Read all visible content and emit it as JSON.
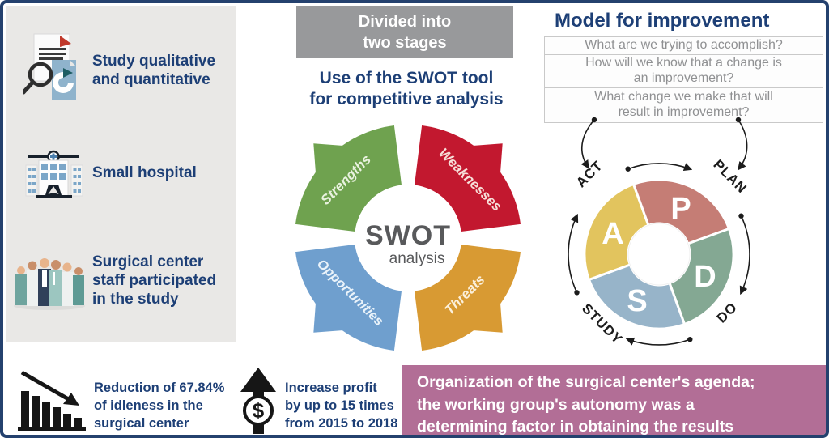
{
  "palette": {
    "border_navy": "#24416e",
    "text_navy": "#1d3f76",
    "panel_gray": "#e9e8e6",
    "banner_gray": "#98999b",
    "swot_green": "#6fa24f",
    "swot_red": "#c2182f",
    "swot_blue": "#6f9fce",
    "swot_orange": "#d89a33",
    "pdsa_yellow": "#e2c45e",
    "pdsa_red": "#c57d75",
    "pdsa_green": "#84a893",
    "pdsa_blue": "#97b4c9",
    "highlight_pink": "#b26e96",
    "icon_black": "#161616"
  },
  "study": {
    "items": [
      {
        "icon": "document-search-icon",
        "label": "Study qualitative\nand quantitative"
      },
      {
        "icon": "hospital-icon",
        "label": "Small hospital"
      },
      {
        "icon": "medical-staff-icon",
        "label": "Surgical center\nstaff participated\nin the study"
      }
    ]
  },
  "stages_banner": {
    "label": "Divided into\ntwo stages"
  },
  "swot": {
    "heading": "Use of the SWOT tool\nfor competitive analysis",
    "center_title": "SWOT",
    "center_subtitle": "analysis",
    "quadrants": [
      {
        "label": "Strengths",
        "color": "#6fa24f"
      },
      {
        "label": "Weaknesses",
        "color": "#c2182f"
      },
      {
        "label": "Opportunities",
        "color": "#6f9fce"
      },
      {
        "label": "Threats",
        "color": "#d89a33"
      }
    ]
  },
  "improvement": {
    "title": "Model for improvement",
    "questions": [
      "What are we trying to accomplish?",
      "How will we know that a change is\nan improvement?",
      "What change we make that will\nresult in improvement?"
    ],
    "pdsa": {
      "segments": [
        {
          "letter": "A",
          "label": "ACT",
          "color": "#e2c45e"
        },
        {
          "letter": "P",
          "label": "PLAN",
          "color": "#c57d75"
        },
        {
          "letter": "D",
          "label": "DO",
          "color": "#84a893"
        },
        {
          "letter": "S",
          "label": "STUDY",
          "color": "#97b4c9"
        }
      ]
    }
  },
  "results": {
    "reduction": "Reduction of 67.84%\nof idleness in the\nsurgical center",
    "profit": "Increase profit\nby up to 15 times\nfrom 2015 to 2018",
    "highlight": "Organization of the surgical center's agenda;\nthe working group's autonomy was a\ndetermining factor in obtaining the results"
  }
}
